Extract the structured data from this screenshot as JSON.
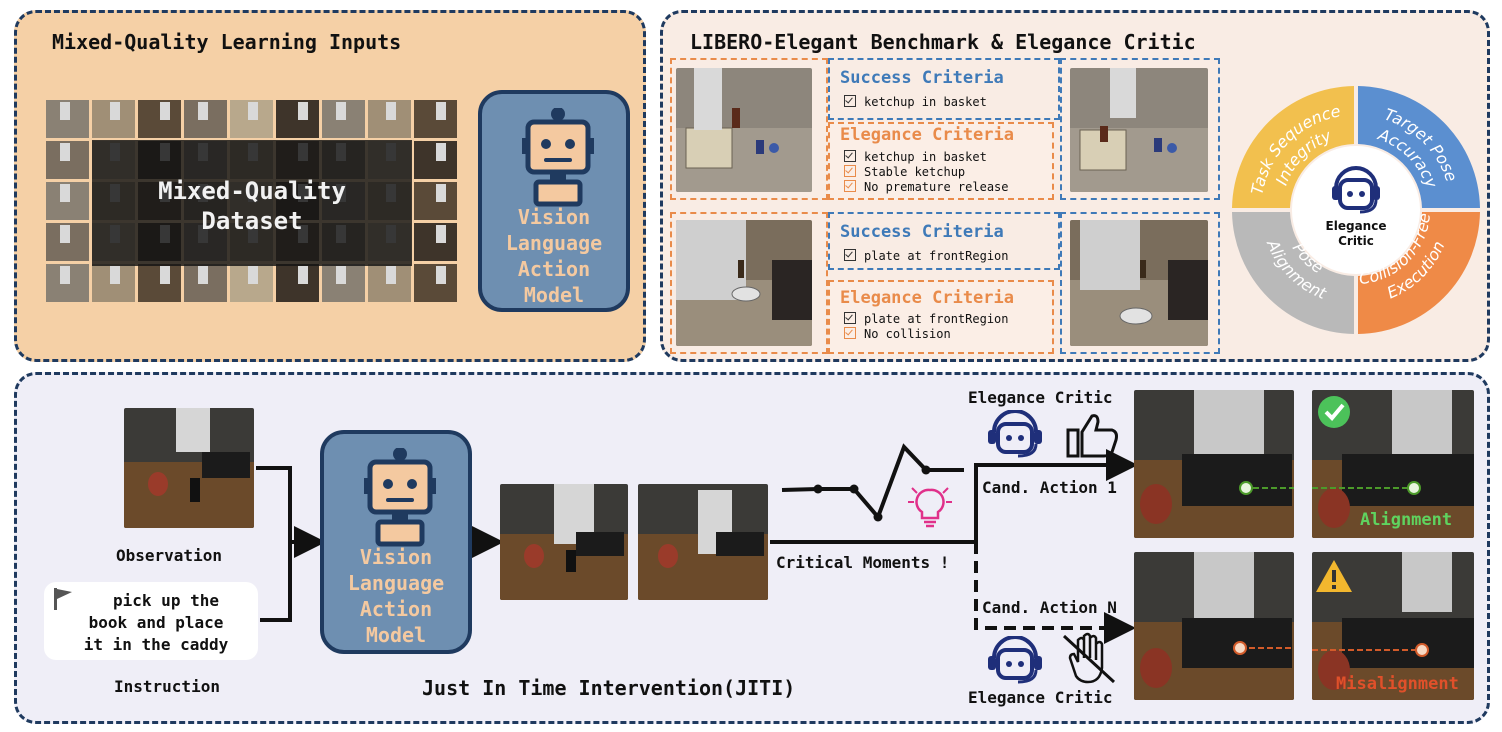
{
  "top_left": {
    "title": "Mixed-Quality Learning Inputs",
    "dataset_line1": "Mixed-Quality",
    "dataset_line2": "Dataset",
    "vla": [
      "Vision",
      "Language",
      "Action",
      "Model"
    ]
  },
  "top_right": {
    "title": "LIBERO-Elegant Benchmark & Elegance Critic",
    "row1": {
      "success_title": "Success Criteria",
      "success_items": [
        "ketchup in basket"
      ],
      "elegance_title": "Elegance Criteria",
      "elegance_items": [
        "ketchup in basket",
        "Stable ketchup",
        "No premature release"
      ]
    },
    "row2": {
      "success_title": "Success Criteria",
      "success_items": [
        "plate at frontRegion"
      ],
      "elegance_title": "Elegance Criteria",
      "elegance_items": [
        "plate at frontRegion",
        "No collision"
      ]
    },
    "wheel": {
      "center_line1": "Elegance",
      "center_line2": "Critic",
      "q1_line1": "Task Sequence",
      "q1_line2": "Integrity",
      "q2_line1": "Target Pose",
      "q2_line2": "Accuracy",
      "q3_line1": "Pose",
      "q3_line2": "Alignment",
      "q4_line1": "Collision-Free",
      "q4_line2": "Execution",
      "colors": {
        "q1": "#f2c04e",
        "q2": "#5b8fd0",
        "q3": "#b9b9b9",
        "q4": "#ef8a47"
      }
    }
  },
  "bottom": {
    "observation_label": "Observation",
    "instruction_text": [
      "pick up the",
      "book and place",
      "it in the caddy"
    ],
    "instruction_label": "Instruction",
    "vla": [
      "Vision",
      "Language",
      "Action",
      "Model"
    ],
    "critical_label": "Critical Moments !",
    "jiti_title": "Just In Time Intervention(JITI)",
    "critic_top_label": "Elegance Critic",
    "critic_bottom_label": "Elegance Critic",
    "cand1": "Cand. Action 1",
    "candN": "Cand. Action N",
    "alignment": "Alignment",
    "misalignment": "Misalignment"
  }
}
